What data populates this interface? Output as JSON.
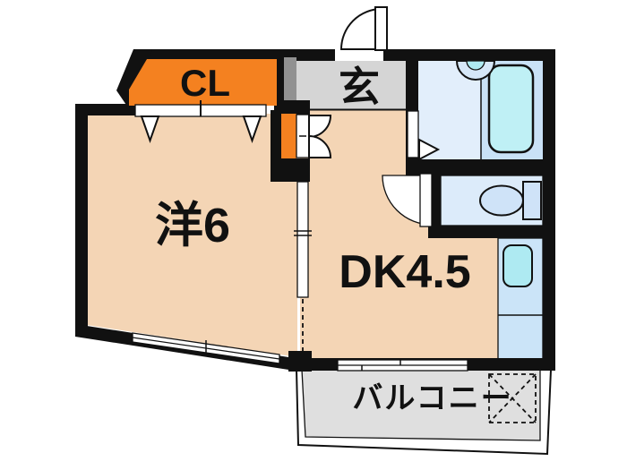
{
  "floorplan": {
    "rooms": {
      "closet": "CL",
      "entrance": "玄",
      "western_room": "洋6",
      "dining_kitchen": "DK4.5",
      "balcony": "バルコニー"
    },
    "fixtures": [
      "bathtub",
      "washbasin",
      "toilet",
      "kitchen-sink",
      "washing-machine-space"
    ],
    "colors": {
      "wall": "#111111",
      "text": "#111111",
      "white": "#ffffff",
      "room_pink": "#f4d5b5",
      "closet_orange": "#f48120",
      "entrance_gray": "#d5d5d5",
      "entrance_step_gray": "#919191",
      "balcony_gray": "#dfdfdf",
      "washroom_blue": "#e2eefb",
      "bath_blue": "#c9e1f6",
      "tub_cyan": "#bff0f5",
      "basin_blue": "#d6e7f8",
      "toilet_room_blue": "#dcebfa",
      "fixture_blue": "#cfe3f8",
      "kitchen_blue": "#cbe4f8",
      "sink_cyan": "#aeeaf2"
    }
  }
}
